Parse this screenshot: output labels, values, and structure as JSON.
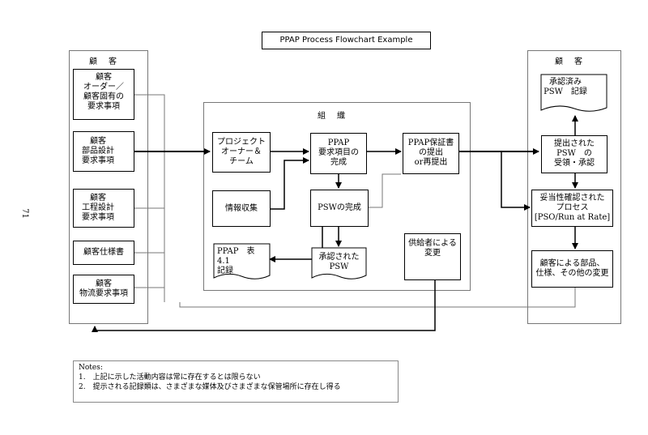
{
  "title": "PPAP Process Flowchart    Example",
  "page_number": "71",
  "left_panel": {
    "heading": "顧客",
    "items": [
      "顧客\nオーダー／\n顧客固有の\n要求事項",
      "顧客\n部品設計\n要求事項",
      "顧客\n工程設計\n要求事項",
      "顧客仕様書",
      "顧客\n物流要求事項"
    ]
  },
  "center_panel": {
    "heading": "組織",
    "project_owner": "プロジェクト\nオーナー＆\nチーム",
    "info_gathering": "情報収集",
    "ppap_requirements": "PPAP\n要求項目の\n完成",
    "psw_complete": "PSWの完成",
    "ppap_records": "PPAP　表4.1\n記録",
    "approved_psw": "承認された\nPSW",
    "warrant_submit": "PPAP保証書\nの提出\nor再提出",
    "supplier_change": "供給者による\n変更"
  },
  "right_panel": {
    "heading": "顧客",
    "approved_psw_record": "承認済み\nPSW　記録",
    "psw_receipt": "提出された\nPSW　の\n受領・承認",
    "validated_process": "妥当性確認された\nプロセス\n[PSO/Run at Rate]",
    "customer_change": "顧客による部品、\n仕様、その他の変更"
  },
  "notes": {
    "heading": "Notes:",
    "lines": [
      "1.　上記に示した活動内容は常に存在するとは限らない",
      "2.　提示される記録類は、さまざまな媒体及びさまざまな保管場所に存在し得る"
    ]
  }
}
